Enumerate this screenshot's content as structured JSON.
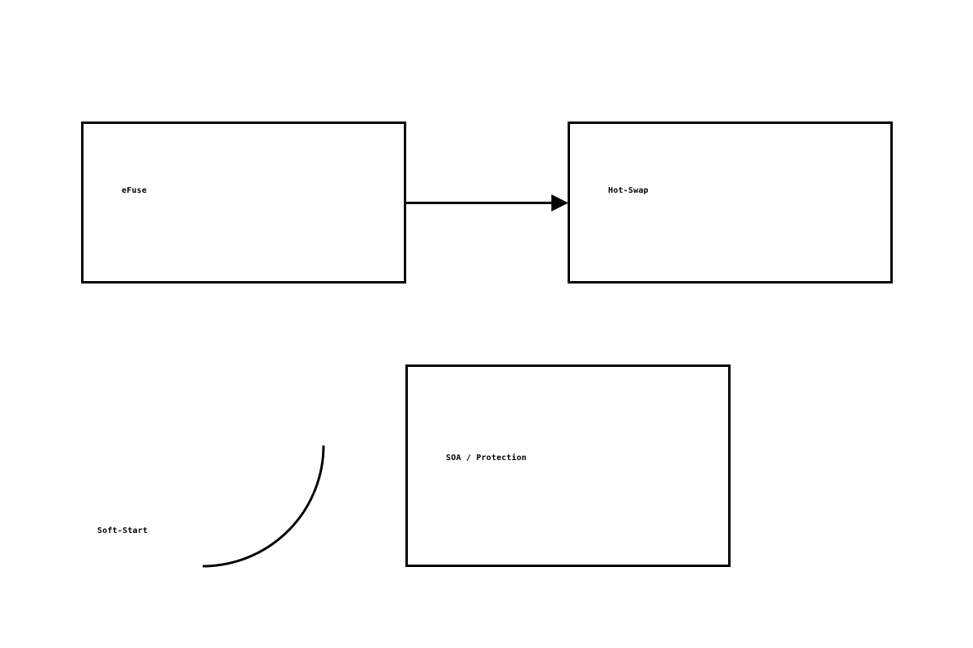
{
  "colors": {
    "background": "#ffffff",
    "stroke": "#000000",
    "text": "#000000"
  },
  "nodes": {
    "efuse": {
      "label": "eFuse"
    },
    "hotswap": {
      "label": "Hot-Swap"
    },
    "soa": {
      "label": "SOA / Protection"
    },
    "softstart": {
      "label": "Soft-Start"
    }
  },
  "edges": [
    {
      "from": "efuse",
      "to": "hotswap",
      "arrowhead": "filled-triangle"
    }
  ]
}
